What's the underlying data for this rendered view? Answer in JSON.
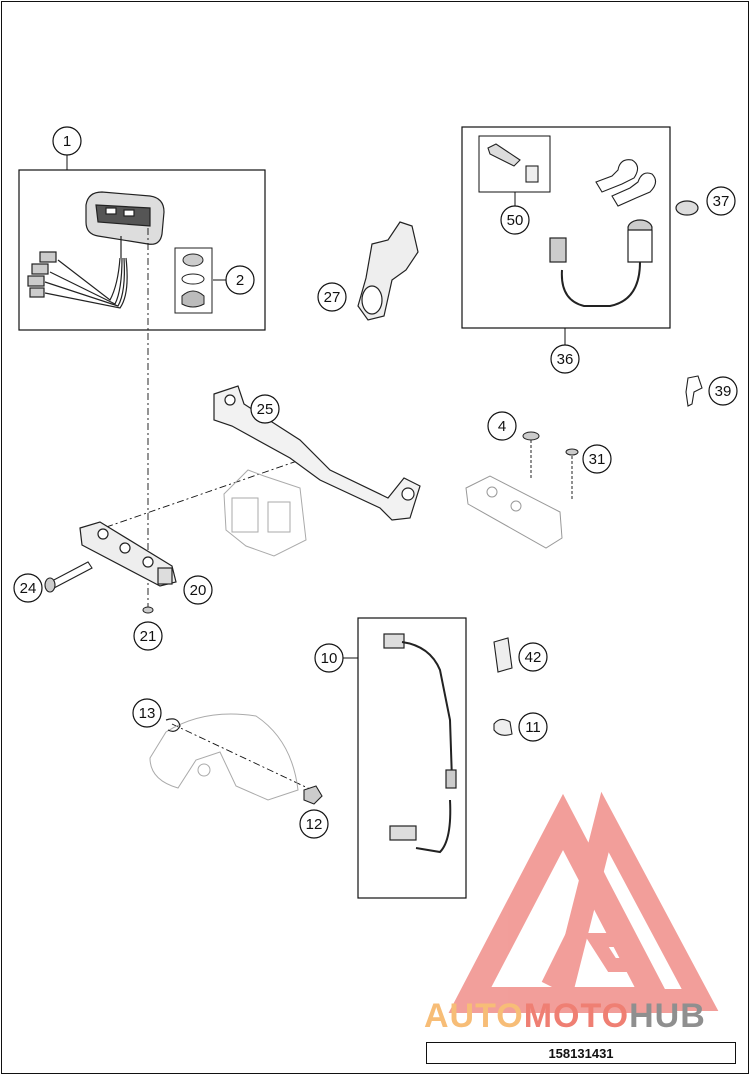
{
  "callouts": {
    "c1": "1",
    "c2": "2",
    "c4": "4",
    "c10": "10",
    "c11": "11",
    "c12": "12",
    "c13": "13",
    "c20": "20",
    "c21": "21",
    "c24": "24",
    "c25": "25",
    "c27": "27",
    "c31": "31",
    "c36": "36",
    "c37": "37",
    "c39": "39",
    "c42": "42",
    "c50": "50"
  },
  "document_number": "158131431",
  "watermark": {
    "part1": "AUTO",
    "part2": "MOTO",
    "part3": "HUB",
    "colors": {
      "part1": "#f7bd77",
      "part2": "#ef7f73",
      "part3": "#8f8f8f",
      "logo": "#f08e89"
    }
  }
}
